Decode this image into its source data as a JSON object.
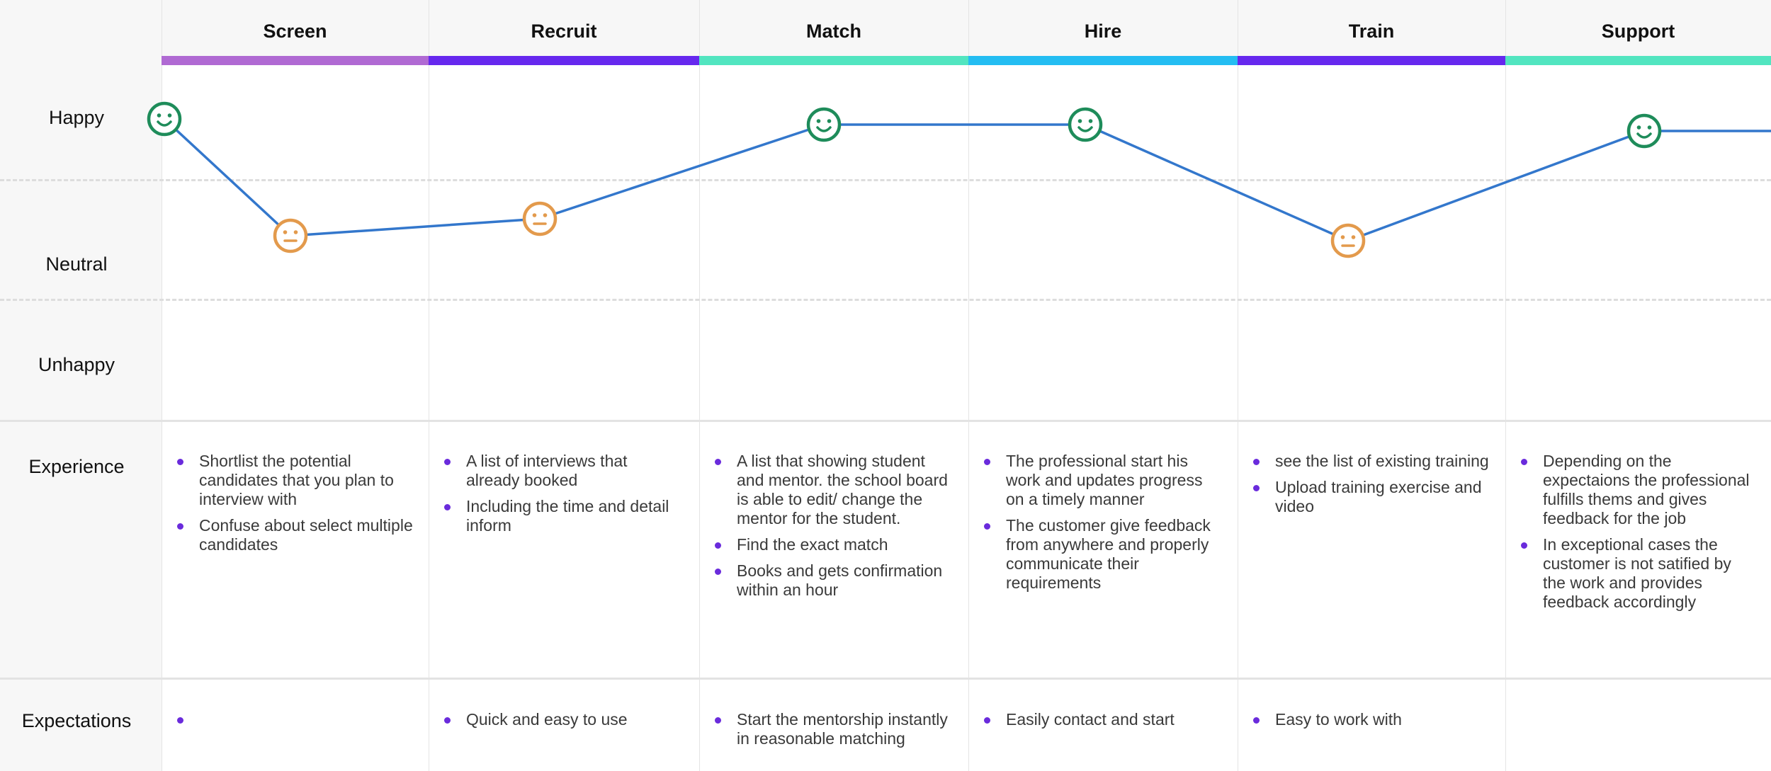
{
  "levels": {
    "happy": "Happy",
    "neutral": "Neutral",
    "unhappy": "Unhappy"
  },
  "rows": {
    "experience": "Experience",
    "expectations": "Expectations"
  },
  "colors": {
    "happy": "#1e8c5a",
    "neutral": "#e39a4c",
    "line": "#3377cc",
    "bullet": "#6a2bdc"
  },
  "stages": [
    {
      "name": "Screen",
      "color": "#b06ad3",
      "experience": [
        "Shortlist the potential candidates that you plan to interview with",
        "Confuse about select multiple candidates"
      ],
      "expectations": [
        ""
      ]
    },
    {
      "name": "Recruit",
      "color": "#6628ee",
      "experience": [
        "A list of interviews that already booked",
        "Including the time and detail inform"
      ],
      "expectations": [
        "Quick and easy to use"
      ]
    },
    {
      "name": "Match",
      "color": "#52e5c0",
      "experience": [
        "A list that showing student and mentor. the school board is able to edit/ change the mentor for the student.",
        "Find the exact match",
        "Books and gets confirmation within an hour"
      ],
      "expectations": [
        "Start the mentorship instantly in reasonable matching"
      ]
    },
    {
      "name": "Hire",
      "color": "#24bdf2",
      "experience": [
        "The professional start his work and updates progress on a timely manner",
        "The customer give feedback from anywhere and properly communicate their requirements"
      ],
      "expectations": [
        "Easily contact and start"
      ]
    },
    {
      "name": "Train",
      "color": "#6628ee",
      "experience": [
        "see the list of existing training",
        "Upload training exercise and video"
      ],
      "expectations": [
        "Easy to work with"
      ]
    },
    {
      "name": "Support",
      "color": "#52e5c0",
      "experience": [
        "Depending on the expectaions the professional fulfills thems and gives feedback for the job",
        "In exceptional cases the customer is not satified by the work and provides feedback accordingly"
      ],
      "expectations": []
    }
  ],
  "emotion_points": [
    {
      "stage": "Screen",
      "mood": "happy"
    },
    {
      "stage": "Screen",
      "mood": "neutral"
    },
    {
      "stage": "Recruit",
      "mood": "neutral"
    },
    {
      "stage": "Match",
      "mood": "happy"
    },
    {
      "stage": "Hire",
      "mood": "happy"
    },
    {
      "stage": "Train",
      "mood": "neutral"
    },
    {
      "stage": "Support",
      "mood": "happy"
    }
  ]
}
